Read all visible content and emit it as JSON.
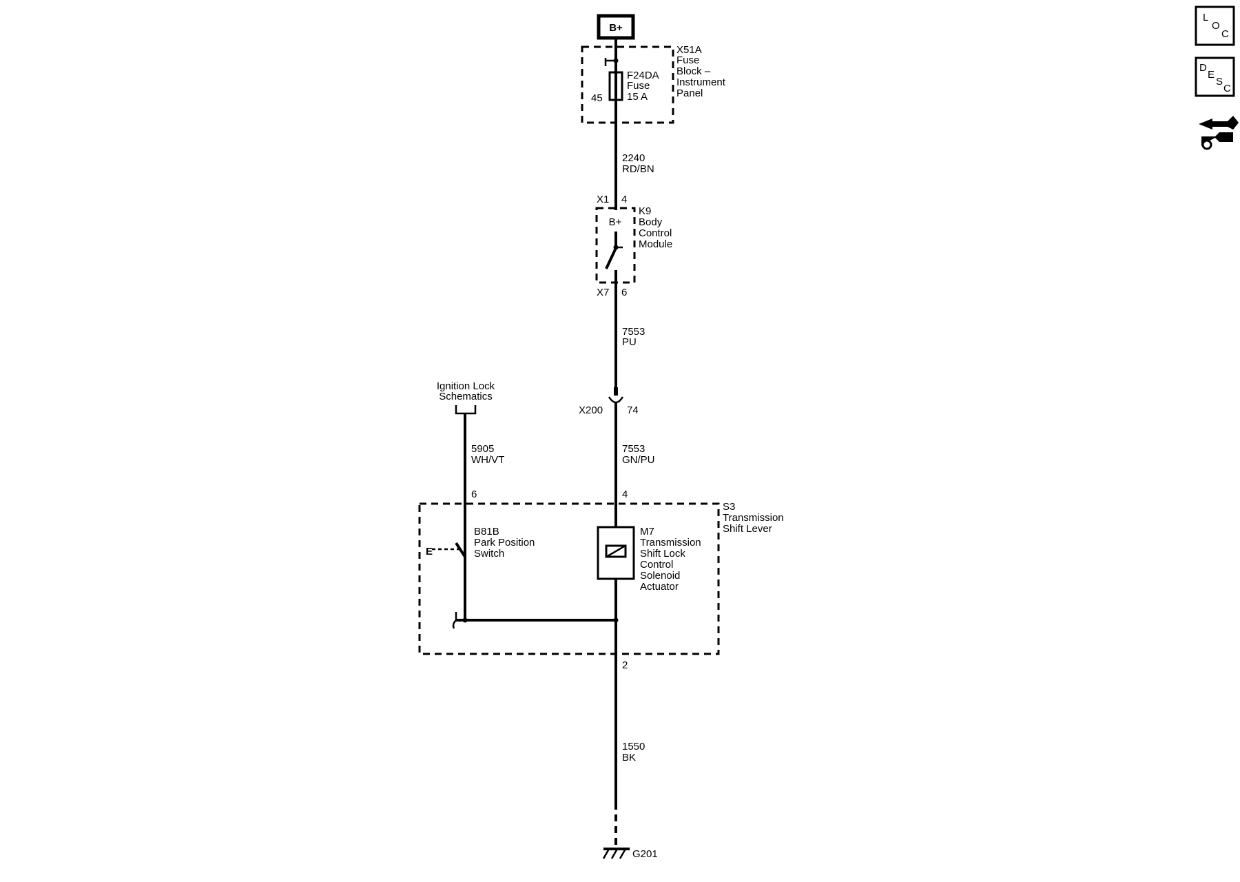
{
  "power_source": {
    "label": "B+"
  },
  "fuse_block": {
    "id": "X51A",
    "name_lines": [
      "Fuse",
      "Block –",
      "Instrument",
      "Panel"
    ],
    "fuse_id": "F24DA",
    "fuse_lines": [
      "Fuse",
      "15 A"
    ],
    "pin": "45"
  },
  "wire_1": {
    "circuit": "2240",
    "color": "RD/BN"
  },
  "bcm": {
    "id": "K9",
    "name_lines": [
      "Body",
      "Control",
      "Module"
    ],
    "in_connector": "X1",
    "in_pin": "4",
    "internal_label": "B+",
    "out_connector": "X7",
    "out_pin": "6"
  },
  "wire_2": {
    "circuit": "7553",
    "color": "PU"
  },
  "inline_connector": {
    "id": "X200",
    "pin": "74"
  },
  "wire_3": {
    "circuit": "7553",
    "color": "GN/PU"
  },
  "ignition_ref": {
    "lines": [
      "Ignition Lock",
      "Schematics"
    ]
  },
  "wire_4": {
    "circuit": "5905",
    "color": "WH/VT"
  },
  "shift_lever": {
    "id": "S3",
    "name_lines": [
      "Transmission",
      "Shift Lever"
    ],
    "pin_left": "6",
    "pin_right": "4",
    "pin_bottom": "2"
  },
  "park_switch": {
    "id": "B81B",
    "name_lines": [
      "Park Position",
      "Switch"
    ],
    "actuator_mark": "E"
  },
  "solenoid": {
    "id": "M7",
    "name_lines": [
      "Transmission",
      "Shift Lock",
      "Control",
      "Solenoid",
      "Actuator"
    ]
  },
  "wire_5": {
    "circuit": "1550",
    "color": "BK"
  },
  "ground": {
    "id": "G201"
  },
  "nav": {
    "loc": {
      "letters": [
        "L",
        "O",
        "C"
      ],
      "icon": "location-icon"
    },
    "desc": {
      "letters": [
        "D",
        "E",
        "S",
        "C"
      ],
      "icon": "description-icon"
    },
    "tools": {
      "icon": "connector-tools-icon"
    }
  }
}
